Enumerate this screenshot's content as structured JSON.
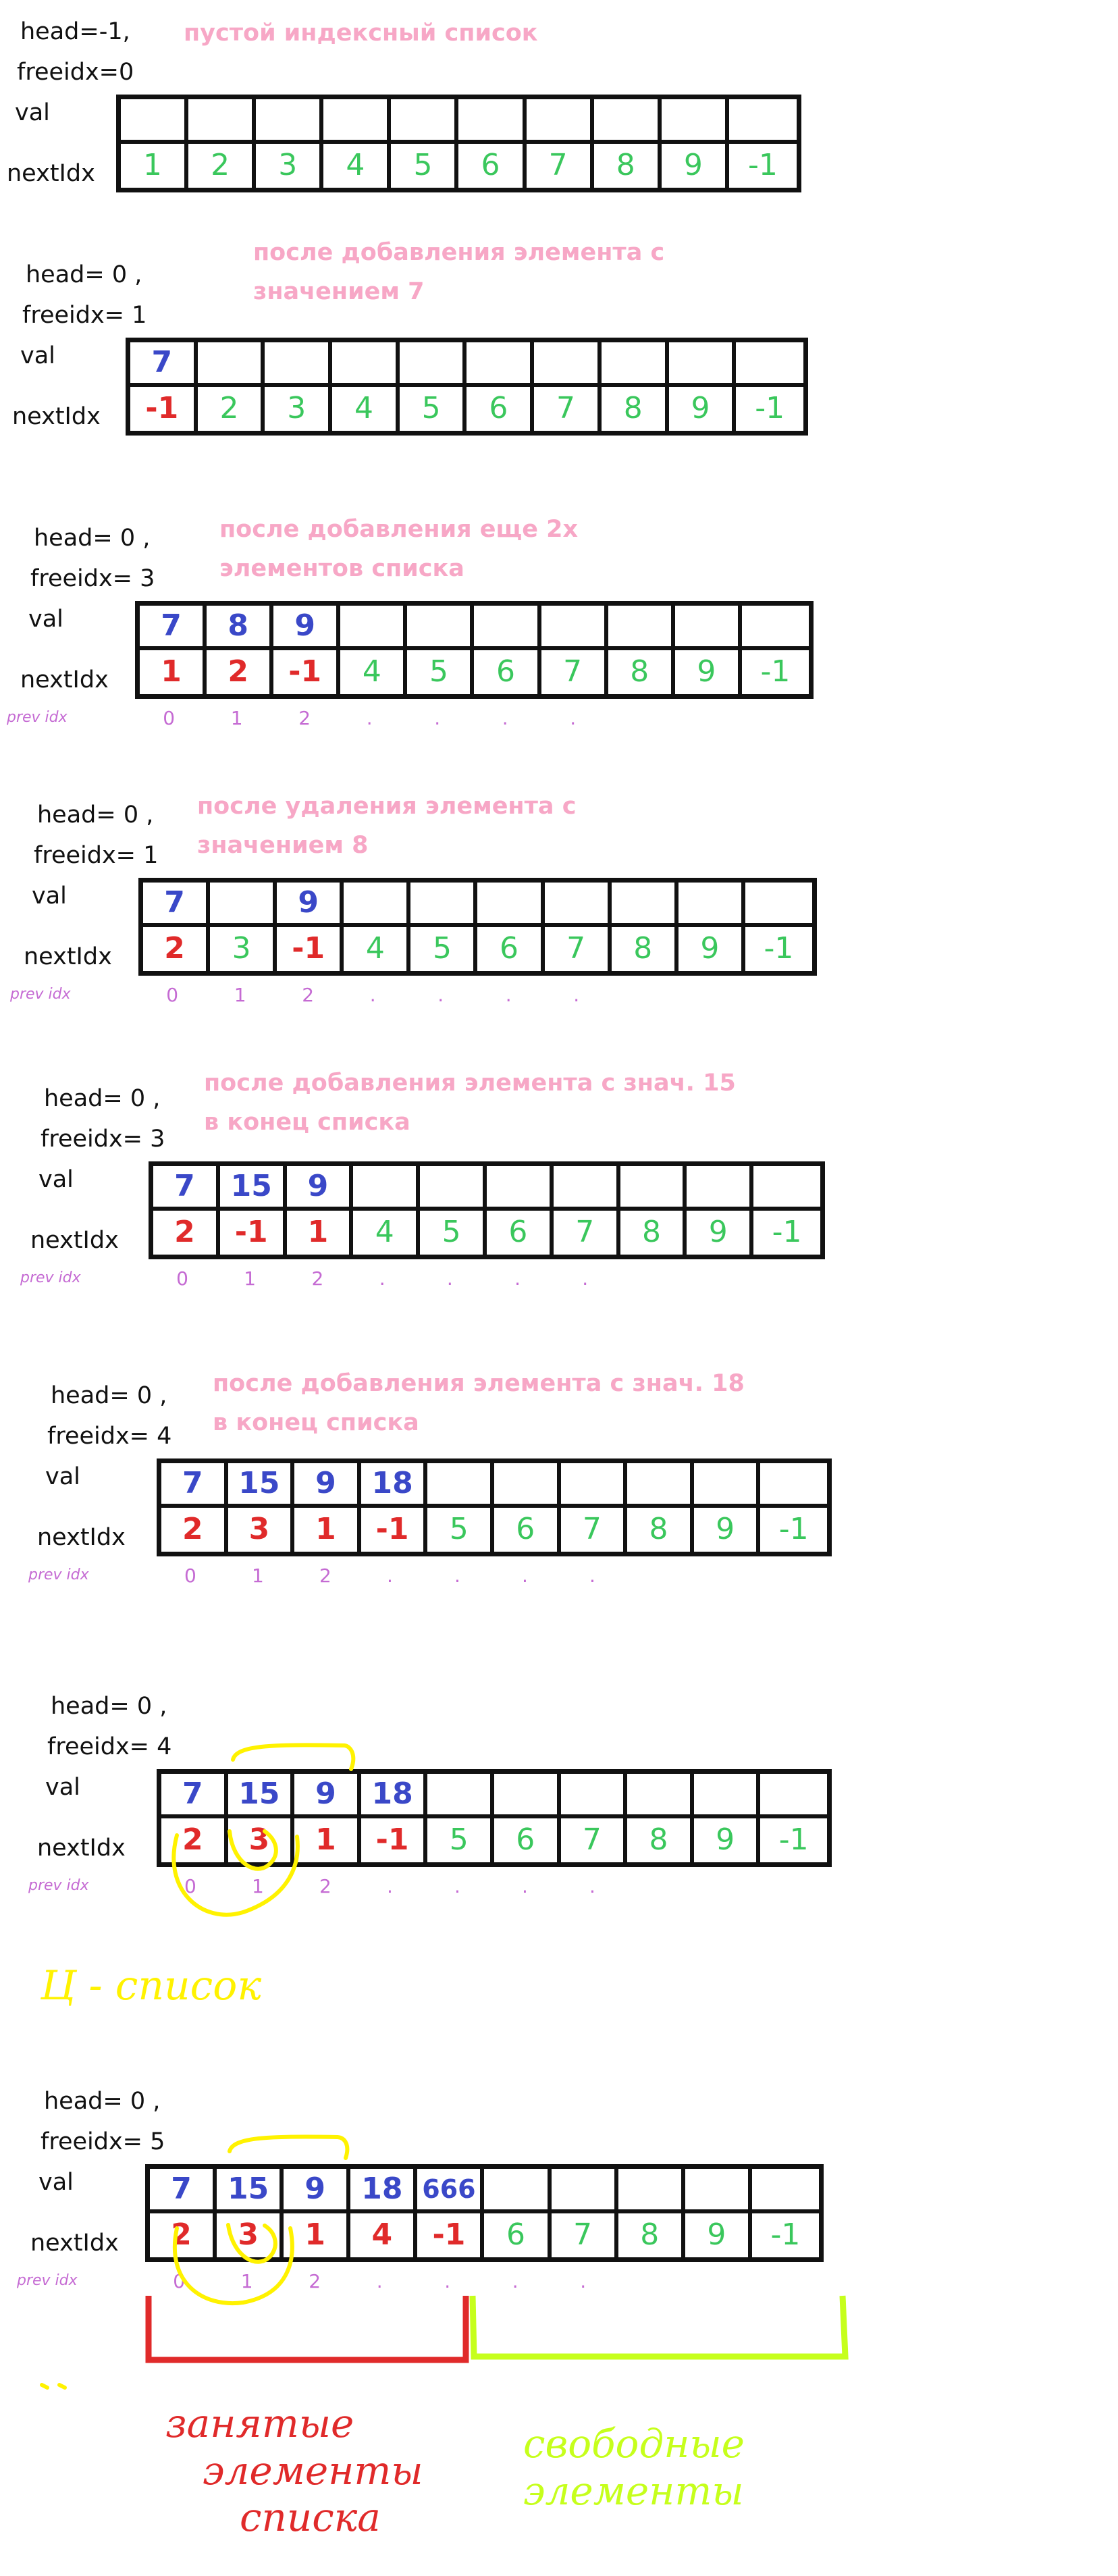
{
  "colors": {
    "caption": "#f7a7c6",
    "val": "#3a48c8",
    "occupied_next": "#e02a2a",
    "free_next": "#3ac75c",
    "index": "#c56bd3",
    "arrow": "#fff200",
    "occupied_bracket": "#e02a2a",
    "free_bracket": "#c6ff1c"
  },
  "sections": [
    {
      "head": "head=-1,",
      "freeidx": "freeidx=0",
      "val_label": "val",
      "next_label": "nextIdx",
      "caption": [
        "пустой индексный список"
      ],
      "vals": [
        "",
        "",
        "",
        "",
        "",
        "",
        "",
        "",
        "",
        ""
      ],
      "next": [
        "1",
        "2",
        "3",
        "4",
        "5",
        "6",
        "7",
        "8",
        "9",
        "-1"
      ],
      "next_kind": [
        "f",
        "f",
        "f",
        "f",
        "f",
        "f",
        "f",
        "f",
        "f",
        "f"
      ],
      "indices": []
    },
    {
      "head": "head= 0 ,",
      "freeidx": "freeidx= 1",
      "val_label": "val",
      "next_label": "nextIdx",
      "caption": [
        "после добавления элемента с",
        "значением 7"
      ],
      "vals": [
        "7",
        "",
        "",
        "",
        "",
        "",
        "",
        "",
        "",
        ""
      ],
      "next": [
        "-1",
        "2",
        "3",
        "4",
        "5",
        "6",
        "7",
        "8",
        "9",
        "-1"
      ],
      "next_kind": [
        "o",
        "f",
        "f",
        "f",
        "f",
        "f",
        "f",
        "f",
        "f",
        "f"
      ],
      "indices": []
    },
    {
      "head": "head= 0 ,",
      "freeidx": "freeidx= 3",
      "val_label": "val",
      "next_label": "nextIdx",
      "caption": [
        "после добавления еще 2х",
        "элементов списка"
      ],
      "vals": [
        "7",
        "8",
        "9",
        "",
        "",
        "",
        "",
        "",
        "",
        ""
      ],
      "next": [
        "1",
        "2",
        "-1",
        "4",
        "5",
        "6",
        "7",
        "8",
        "9",
        "-1"
      ],
      "next_kind": [
        "o",
        "o",
        "o",
        "f",
        "f",
        "f",
        "f",
        "f",
        "f",
        "f"
      ],
      "indices": [
        "0",
        "1",
        "2",
        ".",
        ".",
        ".",
        "."
      ],
      "index_label": "prev idx"
    },
    {
      "head": "head= 0 ,",
      "freeidx": "freeidx= 1",
      "val_label": "val",
      "next_label": "nextIdx",
      "caption": [
        "после удаления элемента с",
        "значением 8"
      ],
      "vals": [
        "7",
        "",
        "9",
        "",
        "",
        "",
        "",
        "",
        "",
        ""
      ],
      "next": [
        "2",
        "3",
        "-1",
        "4",
        "5",
        "6",
        "7",
        "8",
        "9",
        "-1"
      ],
      "next_kind": [
        "o",
        "f",
        "o",
        "f",
        "f",
        "f",
        "f",
        "f",
        "f",
        "f"
      ],
      "indices": [
        "0",
        "1",
        "2",
        ".",
        ".",
        ".",
        "."
      ],
      "index_label": "prev idx"
    },
    {
      "head": "head= 0 ,",
      "freeidx": "freeidx= 3",
      "val_label": "val",
      "next_label": "nextIdx",
      "caption": [
        "после добавления элемента с знач. 15",
        "в конец списка"
      ],
      "vals": [
        "7",
        "15",
        "9",
        "",
        "",
        "",
        "",
        "",
        "",
        ""
      ],
      "next": [
        "2",
        "-1",
        "1",
        "4",
        "5",
        "6",
        "7",
        "8",
        "9",
        "-1"
      ],
      "next_kind": [
        "o",
        "o",
        "o",
        "f",
        "f",
        "f",
        "f",
        "f",
        "f",
        "f"
      ],
      "indices": [
        "0",
        "1",
        "2",
        ".",
        ".",
        ".",
        "."
      ],
      "index_label": "prev idx"
    },
    {
      "head": "head= 0 ,",
      "freeidx": "freeidx= 4",
      "val_label": "val",
      "next_label": "nextIdx",
      "caption": [
        "после добавления элемента с знач. 18",
        "в конец списка"
      ],
      "vals": [
        "7",
        "15",
        "9",
        "18",
        "",
        "",
        "",
        "",
        "",
        ""
      ],
      "next": [
        "2",
        "3",
        "1",
        "-1",
        "5",
        "6",
        "7",
        "8",
        "9",
        "-1"
      ],
      "next_kind": [
        "o",
        "o",
        "o",
        "o",
        "f",
        "f",
        "f",
        "f",
        "f",
        "f"
      ],
      "indices": [
        "0",
        "1",
        "2",
        ".",
        ".",
        ".",
        "."
      ],
      "index_label": "prev idx"
    },
    {
      "head": "head= 0 ,",
      "freeidx": "freeidx= 4",
      "val_label": "val",
      "next_label": "nextIdx",
      "caption": [],
      "vals": [
        "7",
        "15",
        "9",
        "18",
        "",
        "",
        "",
        "",
        "",
        ""
      ],
      "next": [
        "2",
        "3",
        "1",
        "-1",
        "5",
        "6",
        "7",
        "8",
        "9",
        "-1"
      ],
      "next_kind": [
        "o",
        "o",
        "o",
        "o",
        "f",
        "f",
        "f",
        "f",
        "f",
        "f"
      ],
      "indices": [
        "0",
        "1",
        "2",
        ".",
        ".",
        ".",
        "."
      ],
      "index_label": "prev idx",
      "note": "Ц - список"
    },
    {
      "head": "head= 0 ,",
      "freeidx": "freeidx= 5",
      "val_label": "val",
      "next_label": "nextIdx",
      "caption": [],
      "vals": [
        "7",
        "15",
        "9",
        "18",
        "666",
        "",
        "",
        "",
        "",
        ""
      ],
      "next": [
        "2",
        "3",
        "1",
        "4",
        "-1",
        "6",
        "7",
        "8",
        "9",
        "-1"
      ],
      "next_kind": [
        "o",
        "o",
        "o",
        "o",
        "o",
        "f",
        "f",
        "f",
        "f",
        "f"
      ],
      "indices": [
        "0",
        "1",
        "2",
        ".",
        ".",
        ".",
        "."
      ],
      "index_label": "prev idx",
      "occupied_label": [
        "занятые",
        "элементы",
        "списка"
      ],
      "free_label": [
        "свободные",
        "элементы"
      ]
    }
  ]
}
